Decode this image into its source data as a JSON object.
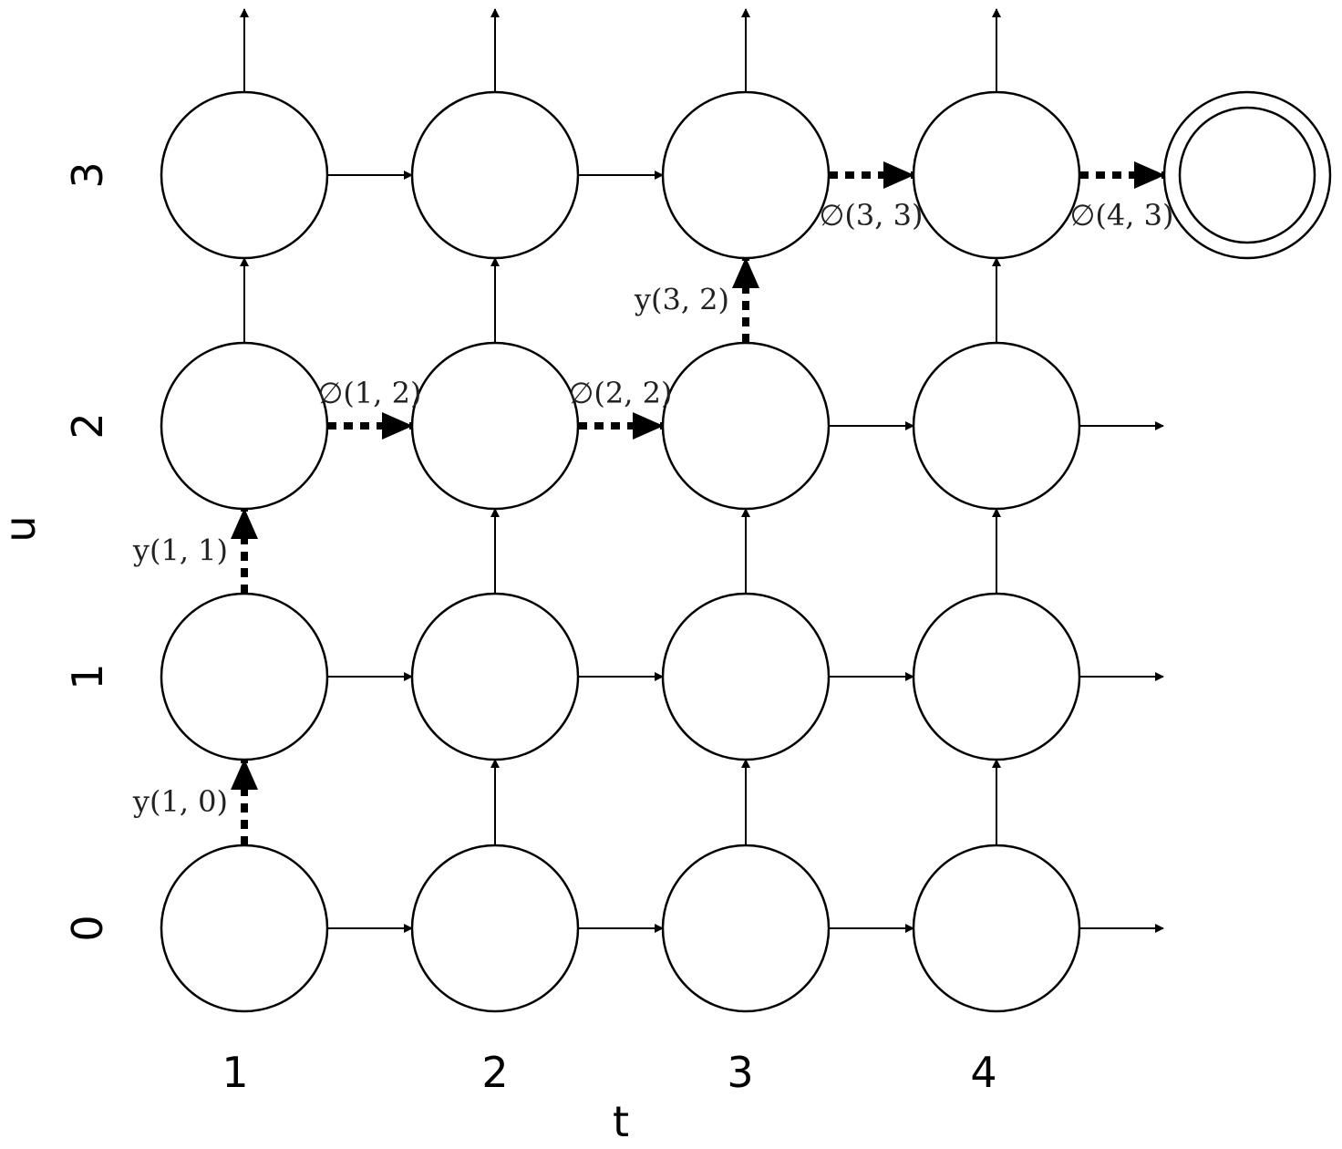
{
  "diagram": {
    "t_axis": {
      "title": "t",
      "ticks": [
        "1",
        "2",
        "3",
        "4"
      ]
    },
    "u_axis": {
      "title": "u",
      "ticks": [
        "0",
        "1",
        "2",
        "3"
      ]
    },
    "nodes": [
      {
        "t": 1,
        "u": 0
      },
      {
        "t": 2,
        "u": 0
      },
      {
        "t": 3,
        "u": 0
      },
      {
        "t": 4,
        "u": 0
      },
      {
        "t": 1,
        "u": 1
      },
      {
        "t": 2,
        "u": 1
      },
      {
        "t": 3,
        "u": 1
      },
      {
        "t": 4,
        "u": 1
      },
      {
        "t": 1,
        "u": 2
      },
      {
        "t": 2,
        "u": 2
      },
      {
        "t": 3,
        "u": 2
      },
      {
        "t": 4,
        "u": 2
      },
      {
        "t": 1,
        "u": 3
      },
      {
        "t": 2,
        "u": 3
      },
      {
        "t": 3,
        "u": 3
      },
      {
        "t": 4,
        "u": 3
      }
    ],
    "terminal_node": {
      "t": 5,
      "u": 3
    },
    "highlighted_path": [
      {
        "from": [
          1,
          0
        ],
        "to": [
          1,
          1
        ],
        "label": "y(1, 0)"
      },
      {
        "from": [
          1,
          1
        ],
        "to": [
          1,
          2
        ],
        "label": "y(1, 1)"
      },
      {
        "from": [
          1,
          2
        ],
        "to": [
          2,
          2
        ],
        "label": "∅(1, 2)"
      },
      {
        "from": [
          2,
          2
        ],
        "to": [
          3,
          2
        ],
        "label": "∅(2, 2)"
      },
      {
        "from": [
          3,
          2
        ],
        "to": [
          3,
          3
        ],
        "label": "y(3, 2)"
      },
      {
        "from": [
          3,
          3
        ],
        "to": [
          4,
          3
        ],
        "label": "∅(3, 3)"
      },
      {
        "from": [
          4,
          3
        ],
        "to": [
          5,
          3
        ],
        "label": "∅(4, 3)"
      }
    ]
  }
}
